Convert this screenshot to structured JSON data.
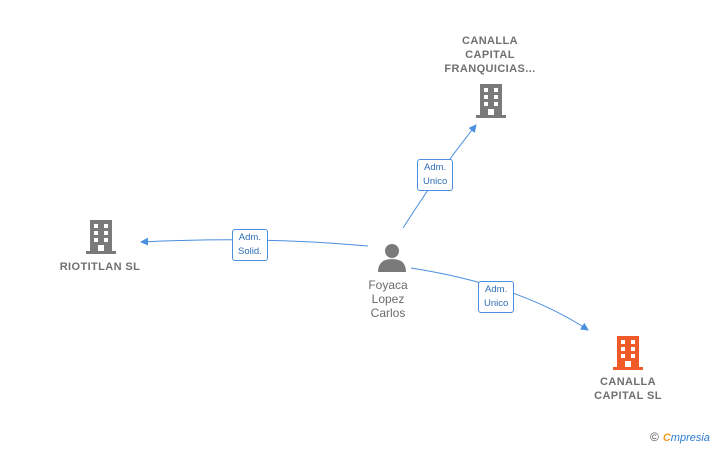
{
  "nodes": {
    "canalla_franquicias": {
      "lines": [
        "CANALLA",
        "CAPITAL",
        "FRANQUICIAS..."
      ],
      "color": "#7a7a7a"
    },
    "riotitlan": {
      "lines": [
        "RIOTITLAN  SL"
      ],
      "color": "#7a7a7a"
    },
    "canalla_sl": {
      "lines": [
        "CANALLA",
        "CAPITAL  SL"
      ],
      "color": "#f05a28"
    },
    "person": {
      "lines": [
        "Foyaca",
        "Lopez",
        "Carlos"
      ],
      "color": "#7a7a7a"
    }
  },
  "edges": {
    "to_franquicias": {
      "lines": [
        "Adm.",
        "Unico"
      ]
    },
    "to_riotitlan": {
      "lines": [
        "Adm.",
        "Solid."
      ]
    },
    "to_canalla_sl": {
      "lines": [
        "Adm.",
        "Unico"
      ]
    }
  },
  "colors": {
    "edge": "#4a8fe0",
    "edge_label_text": "#2f6db8"
  },
  "watermark": {
    "copyright": "©",
    "brand_first": "C",
    "brand_rest": "mpresia"
  }
}
